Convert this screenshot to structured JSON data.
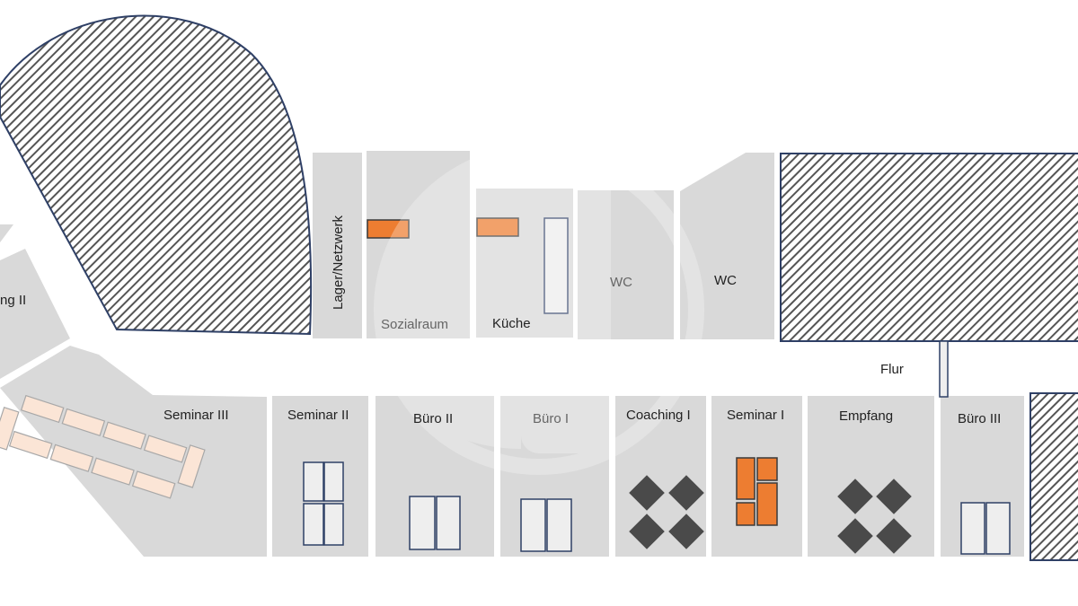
{
  "rooms": {
    "lager": "Lager/Netzwerk",
    "sozialraum": "Sozialraum",
    "kueche": "Küche",
    "wc1": "WC",
    "wc2": "WC",
    "flur": "Flur",
    "coaching2": "ng II",
    "seminar3": "Seminar III",
    "seminar2": "Seminar II",
    "buero2": "Büro II",
    "buero1": "Büro I",
    "coaching1": "Coaching I",
    "seminar1": "Seminar I",
    "empfang": "Empfang",
    "buero3": "Büro III"
  },
  "colors": {
    "room": "#d9d9d9",
    "accent": "#ed7d31",
    "outline": "#2f4066",
    "table": "#fbe5d6"
  }
}
